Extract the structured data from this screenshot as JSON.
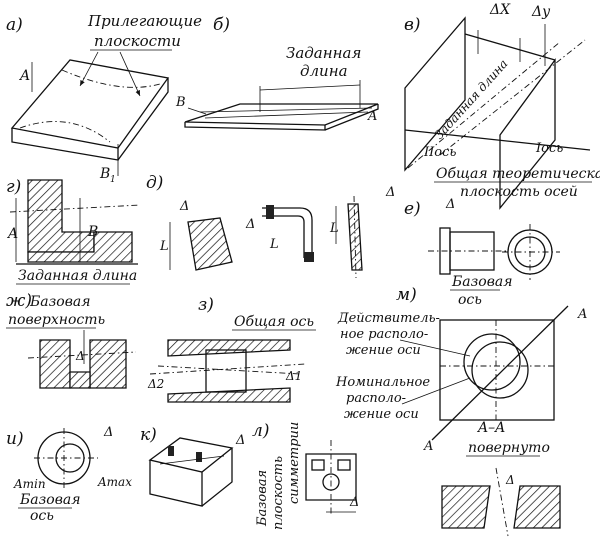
{
  "panels": {
    "a": {
      "letter": "а)",
      "title_1": "Прилегающие",
      "title_2": "плоскости",
      "dim_a": "A",
      "dim_b": "B",
      "dim_b_sub": "1"
    },
    "b": {
      "letter": "б)",
      "title_1": "Заданная",
      "title_2": "длина",
      "dim_b": "B",
      "dim_a": "A"
    },
    "v": {
      "letter": "в)",
      "dx": "ΔX",
      "dy": "Δy",
      "diag": "Заданная длина",
      "axis_2": "IIось",
      "axis_1": "Iось",
      "caption_1": "Общая теоретическая",
      "caption_2": "плоскость осей"
    },
    "g": {
      "letter": "г)",
      "dim_a": "A",
      "dim_b": "B",
      "caption": "Заданная длина"
    },
    "d": {
      "letter": "д)",
      "delta": "Δ",
      "l": "L"
    },
    "e": {
      "letter": "е)",
      "delta": "Δ",
      "caption_1": "Базовая",
      "caption_2": "ось"
    },
    "zh": {
      "letter": "ж)",
      "caption_1": "Базовая",
      "caption_2": "поверхность",
      "delta": "Δ"
    },
    "z": {
      "letter": "з)",
      "caption": "Общая ось",
      "delta_2": "Δ2",
      "delta_1": "Δ1"
    },
    "m": {
      "letter": "м)",
      "actual_1": "Действитель-",
      "actual_2": "ное располо-",
      "actual_3": "жение оси",
      "nominal_1": "Номинальное",
      "nominal_2": "располо-",
      "nominal_3": "жение оси",
      "section": "A–A",
      "rotated": "повернуто",
      "a": "A",
      "delta": "Δ"
    },
    "i": {
      "letter": "и)",
      "delta": "Δ",
      "amin": "Amin",
      "amax": "Amax",
      "caption_1": "Базовая",
      "caption_2": "ось"
    },
    "k": {
      "letter": "к)",
      "delta": "Δ"
    },
    "l": {
      "letter": "л)",
      "caption_1": "Базовая",
      "caption_2": "плоскость",
      "caption_3": "симметрии",
      "delta": "Δ"
    }
  }
}
